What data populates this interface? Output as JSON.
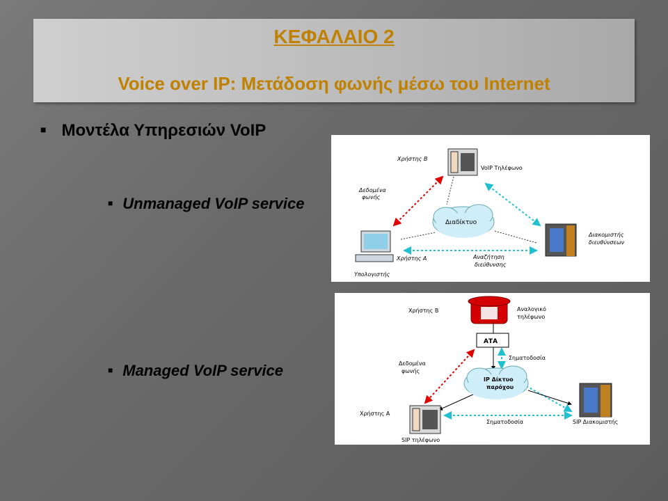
{
  "slide": {
    "chapter": "ΚΕΦΑΛΑΙΟ 2",
    "title": "Voice over IP: Μετάδοση φωνής μέσω του Internet",
    "bullet_main": "Μοντέλα Υπηρεσιών VoIP",
    "bullet_unmanaged": "Unmanaged VoIP service",
    "bullet_managed": "Managed VoIP service"
  },
  "diagram_unmanaged": {
    "user_b": "Χρήστης Β",
    "voip_phone": "VoIP Τηλέφωνο",
    "voice_data_1": "Δεδομένα",
    "voice_data_2": "φωνής",
    "internet": "Διαδίκτυο",
    "address_server_1": "Διακομιστής",
    "address_server_2": "διευθύνσεων",
    "user_a": "Χρήστης Α",
    "address_lookup_1": "Αναζήτηση",
    "address_lookup_2": "διεύθυνσης",
    "computer": "Υπολογιστής"
  },
  "diagram_managed": {
    "user_b": "Χρήστης Β",
    "analog_phone_1": "Αναλογικό",
    "analog_phone_2": "τηλέφωνο",
    "ata": "ΑΤΑ",
    "signaling_top": "Σηματοδοσία",
    "voice_data_1": "Δεδομένα",
    "voice_data_2": "φωνής",
    "provider_net_1": "IP Δίκτυο",
    "provider_net_2": "παρόχου",
    "user_a": "Χρήστης Α",
    "signaling_bottom": "Σηματοδοσία",
    "sip_server": "SIP Διακομιστής",
    "sip_phone": "SIP τηλέφωνο"
  },
  "colors": {
    "title": "#c08000",
    "voice_link": "#e00000",
    "signal_link": "#20c0d0",
    "phone_red": "#d40000"
  }
}
